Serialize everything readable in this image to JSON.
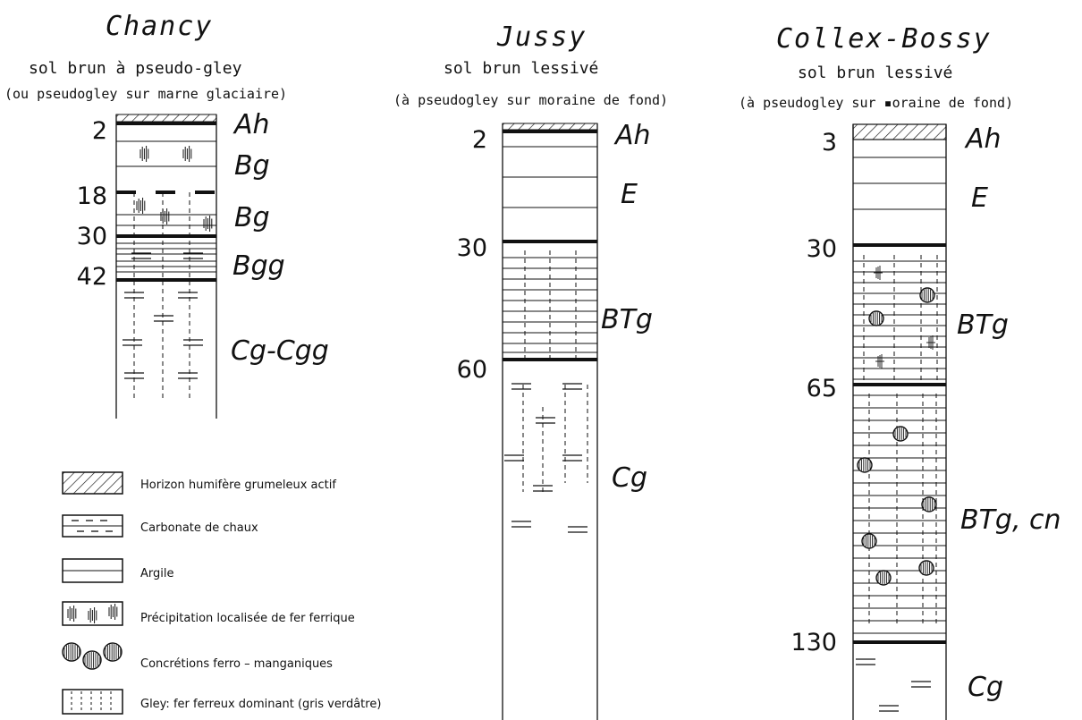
{
  "profiles": [
    {
      "name": "Chancy",
      "soil_type": "sol brun à pseudo-gley",
      "note": "(ou pseudogley sur marne glaciaire)",
      "depths": [
        "2",
        "18",
        "30",
        "42"
      ],
      "horizons": [
        "Ah",
        "Bg",
        "Bg",
        "Bgg",
        "Cg-Cgg"
      ]
    },
    {
      "name": "Jussy",
      "soil_type": "sol brun lessivé",
      "note": "(à pseudogley sur moraine de fond)",
      "depths": [
        "2",
        "30",
        "60"
      ],
      "horizons": [
        "Ah",
        "E",
        "BTg",
        "Cg"
      ]
    },
    {
      "name": "Collex-Bossy",
      "soil_type": "sol brun lessivé",
      "note": "(à pseudogley sur ▪oraine de fond)",
      "depths": [
        "3",
        "30",
        "65",
        "130"
      ],
      "horizons": [
        "Ah",
        "E",
        "BTg",
        "BTg, cn",
        "Cg"
      ]
    }
  ],
  "legend": [
    {
      "pattern": "hatch",
      "label": "Horizon humifère grumeleux actif"
    },
    {
      "pattern": "carbonate",
      "label": "Carbonate de chaux"
    },
    {
      "pattern": "clay",
      "label": "Argile"
    },
    {
      "pattern": "iron",
      "label": "Précipitation localisée de fer ferrique"
    },
    {
      "pattern": "concretion",
      "label": "Concrétions ferro – manganiques"
    },
    {
      "pattern": "gley",
      "label": "Gley: fer ferreux dominant (gris verdâtre)"
    }
  ]
}
